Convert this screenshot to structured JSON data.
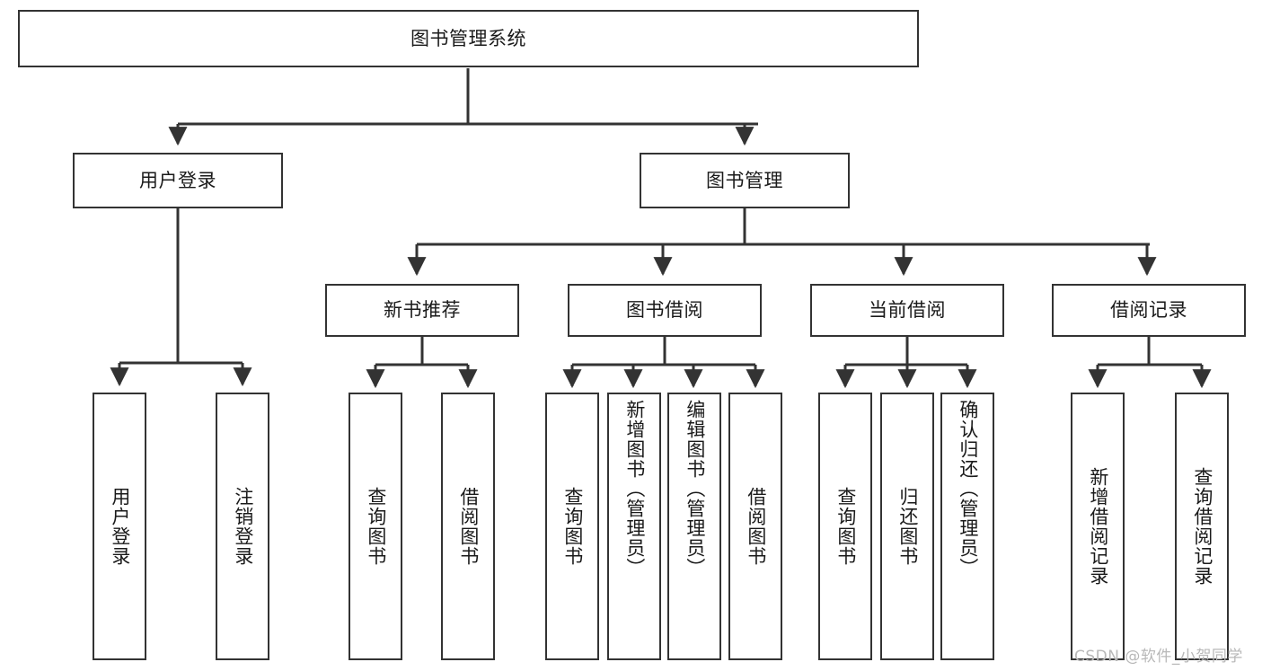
{
  "diagram": {
    "title": "图书管理系统",
    "type": "tree-hierarchy",
    "watermark": "CSDN @软件_小贺同学",
    "colors": {
      "stroke": "#333333",
      "fill": "#ffffff",
      "text": "#1a1a1a",
      "watermark": "#b8b8b8"
    }
  },
  "nodes": {
    "root": {
      "label": "图书管理系统"
    },
    "level2": [
      {
        "id": "user-login",
        "label": "用户登录"
      },
      {
        "id": "book-manage",
        "label": "图书管理"
      }
    ],
    "level3": [
      {
        "id": "new-book-recommend",
        "label": "新书推荐"
      },
      {
        "id": "book-borrow",
        "label": "图书借阅"
      },
      {
        "id": "current-borrow",
        "label": "当前借阅"
      },
      {
        "id": "borrow-record",
        "label": "借阅记录"
      }
    ],
    "leaves": {
      "user-login": [
        {
          "id": "leaf-user-login",
          "label": "用户登录"
        },
        {
          "id": "leaf-user-logout",
          "label": "注销登录"
        }
      ],
      "new-book-recommend": [
        {
          "id": "leaf-query-book-1",
          "label": "查询图书"
        },
        {
          "id": "leaf-borrow-book-1",
          "label": "借阅图书"
        }
      ],
      "book-borrow": [
        {
          "id": "leaf-query-book-2",
          "label": "查询图书"
        },
        {
          "id": "leaf-add-book",
          "label": "新增图书（管理员）"
        },
        {
          "id": "leaf-edit-book",
          "label": "编辑图书（管理员）"
        },
        {
          "id": "leaf-borrow-book-2",
          "label": "借阅图书"
        }
      ],
      "current-borrow": [
        {
          "id": "leaf-query-book-3",
          "label": "查询图书"
        },
        {
          "id": "leaf-return-book",
          "label": "归还图书"
        },
        {
          "id": "leaf-confirm-return",
          "label": "确认归还（管理员）"
        }
      ],
      "borrow-record": [
        {
          "id": "leaf-add-record",
          "label": "新增借阅记录"
        },
        {
          "id": "leaf-query-record",
          "label": "查询借阅记录"
        }
      ]
    }
  }
}
